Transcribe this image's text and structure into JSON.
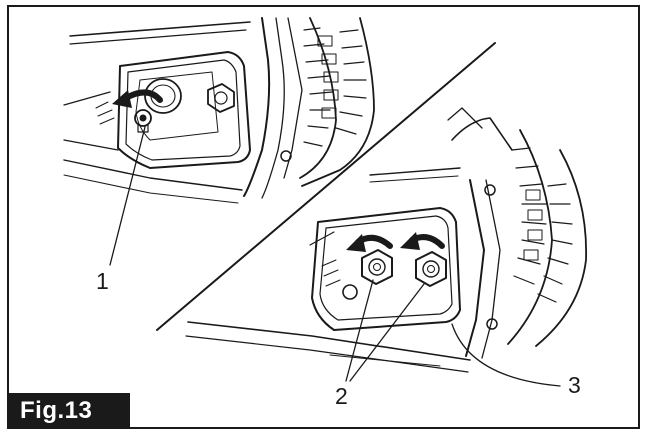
{
  "figure": {
    "label": "Fig.13",
    "callouts": {
      "c1": "1",
      "c2": "2",
      "c3": "3"
    },
    "colors": {
      "ink": "#1a1a1a",
      "paper": "#ffffff"
    }
  }
}
